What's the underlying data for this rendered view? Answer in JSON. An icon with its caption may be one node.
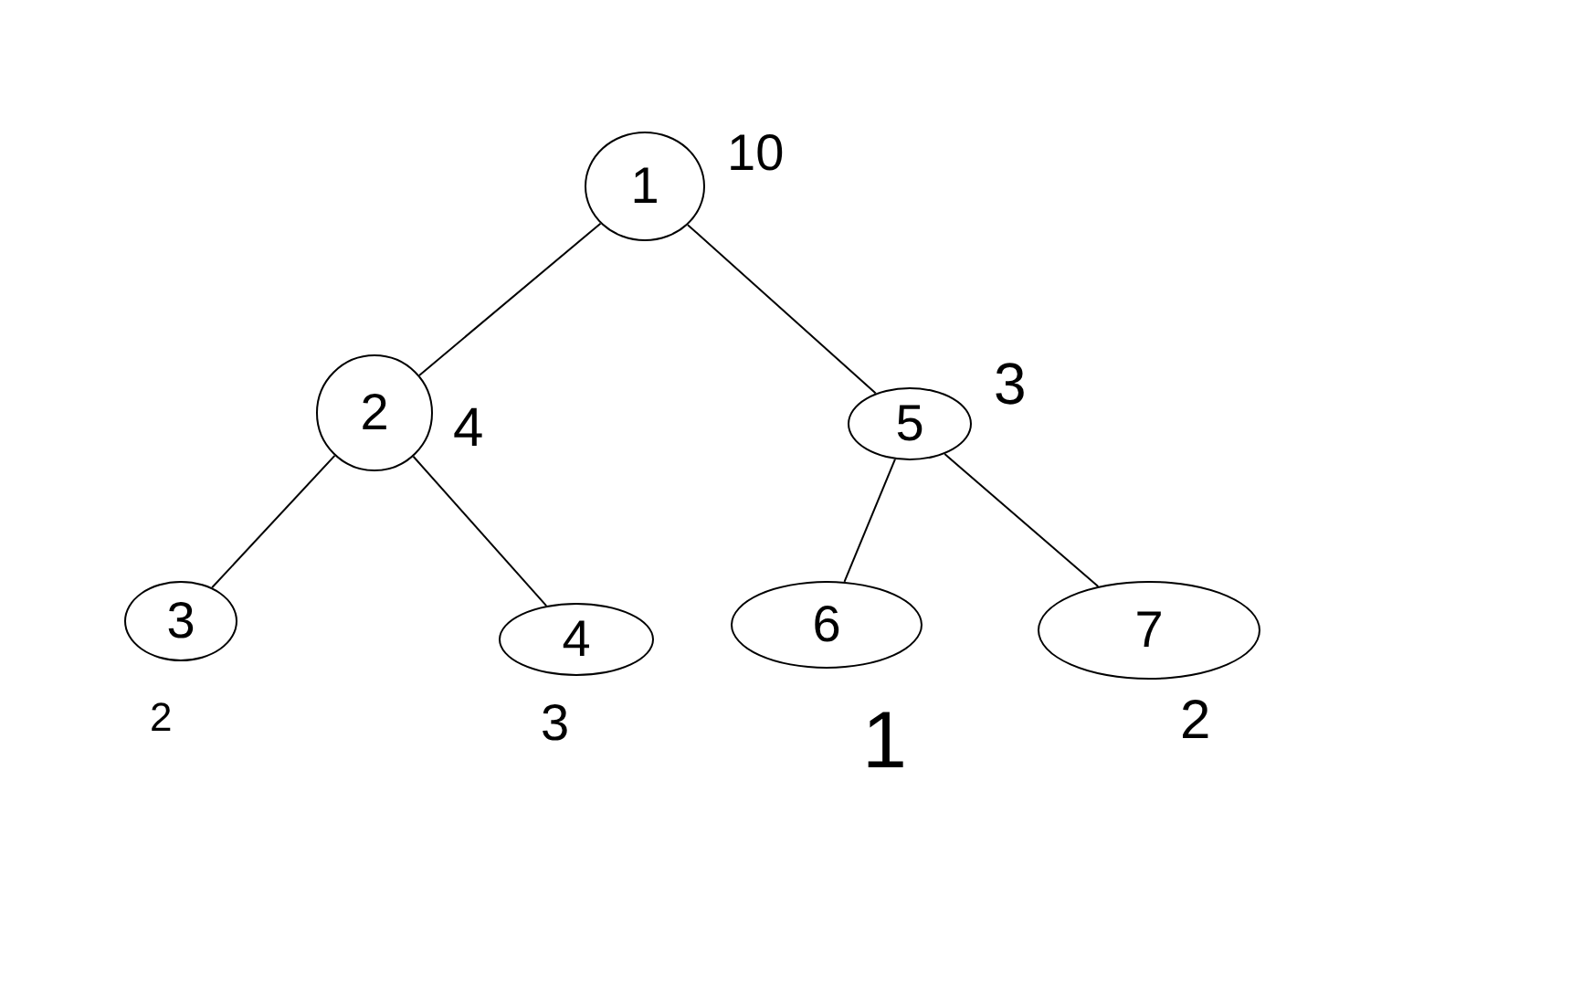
{
  "diagram": {
    "nodes": [
      {
        "text": [
          "1"
        ],
        "beside": [
          "10"
        ]
      },
      {
        "text": [
          "2"
        ],
        "beside": [
          "4"
        ]
      },
      {
        "text": [
          "5"
        ],
        "beside": [
          "3"
        ]
      },
      {
        "text": [
          "3"
        ],
        "beside": [
          "2"
        ]
      },
      {
        "text": [
          "4"
        ],
        "beside": [
          "3"
        ]
      },
      {
        "text": [
          "6"
        ],
        "beside": [
          "1"
        ]
      },
      {
        "text": [
          "7"
        ],
        "beside": [
          "2"
        ]
      }
    ],
    "edges": [
      {
        "from": 0,
        "to": 1,
        "arrow": "none"
      },
      {
        "from": 0,
        "to": 2,
        "arrow": "none"
      },
      {
        "from": 1,
        "to": 3,
        "arrow": "none"
      },
      {
        "from": 1,
        "to": 4,
        "arrow": "none"
      },
      {
        "from": 2,
        "to": 5,
        "arrow": "none"
      },
      {
        "from": 2,
        "to": 6,
        "arrow": "none"
      }
    ]
  }
}
